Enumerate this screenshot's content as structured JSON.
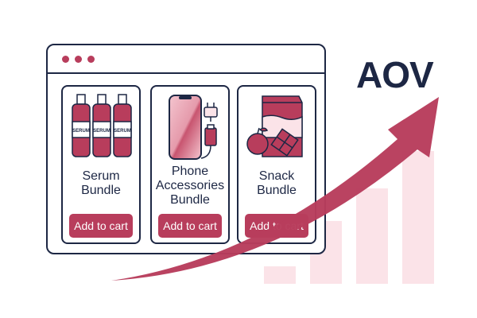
{
  "browser": {
    "window_dots": [
      "close",
      "minimize",
      "maximize"
    ]
  },
  "products": [
    {
      "title_line1": "Serum",
      "title_line2": "Bundle",
      "title_line3": "",
      "button_label": "Add to cart",
      "icon": "serum-bottles-icon",
      "bottle_label": "SERUM"
    },
    {
      "title_line1": "Phone",
      "title_line2": "Accessories",
      "title_line3": "Bundle",
      "button_label": "Add to cart",
      "icon": "phone-charger-icon"
    },
    {
      "title_line1": "Snack",
      "title_line2": "Bundle",
      "title_line3": "",
      "button_label": "Add to cart",
      "icon": "snack-bag-icon"
    }
  ],
  "metric": {
    "label": "AOV",
    "trend": "up"
  },
  "colors": {
    "accent": "#b83d5c",
    "outline": "#1d2744",
    "bar_fill": "#fbe3e8"
  }
}
